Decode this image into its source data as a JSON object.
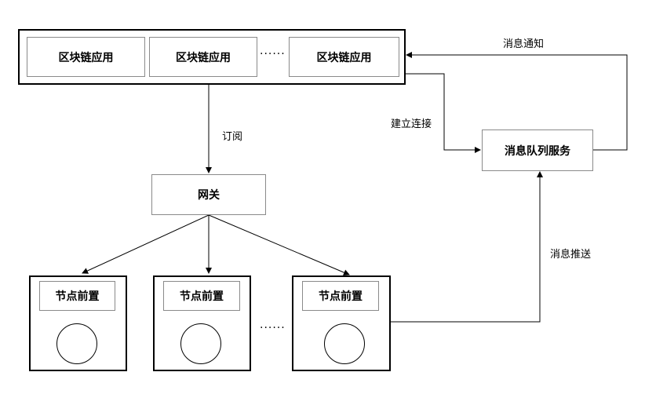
{
  "apps": {
    "items": [
      {
        "label": "区块链应用"
      },
      {
        "label": "区块链应用"
      },
      {
        "label": "区块链应用"
      }
    ],
    "ellipsis": "······"
  },
  "gateway": {
    "label": "网关"
  },
  "mq_service": {
    "label": "消息队列服务"
  },
  "nodes": {
    "items": [
      {
        "label": "节点前置"
      },
      {
        "label": "节点前置"
      },
      {
        "label": "节点前置"
      }
    ],
    "ellipsis": "······"
  },
  "edges": {
    "subscribe": "订阅",
    "establish_connection": "建立连接",
    "message_notify": "消息通知",
    "message_push": "消息推送"
  }
}
